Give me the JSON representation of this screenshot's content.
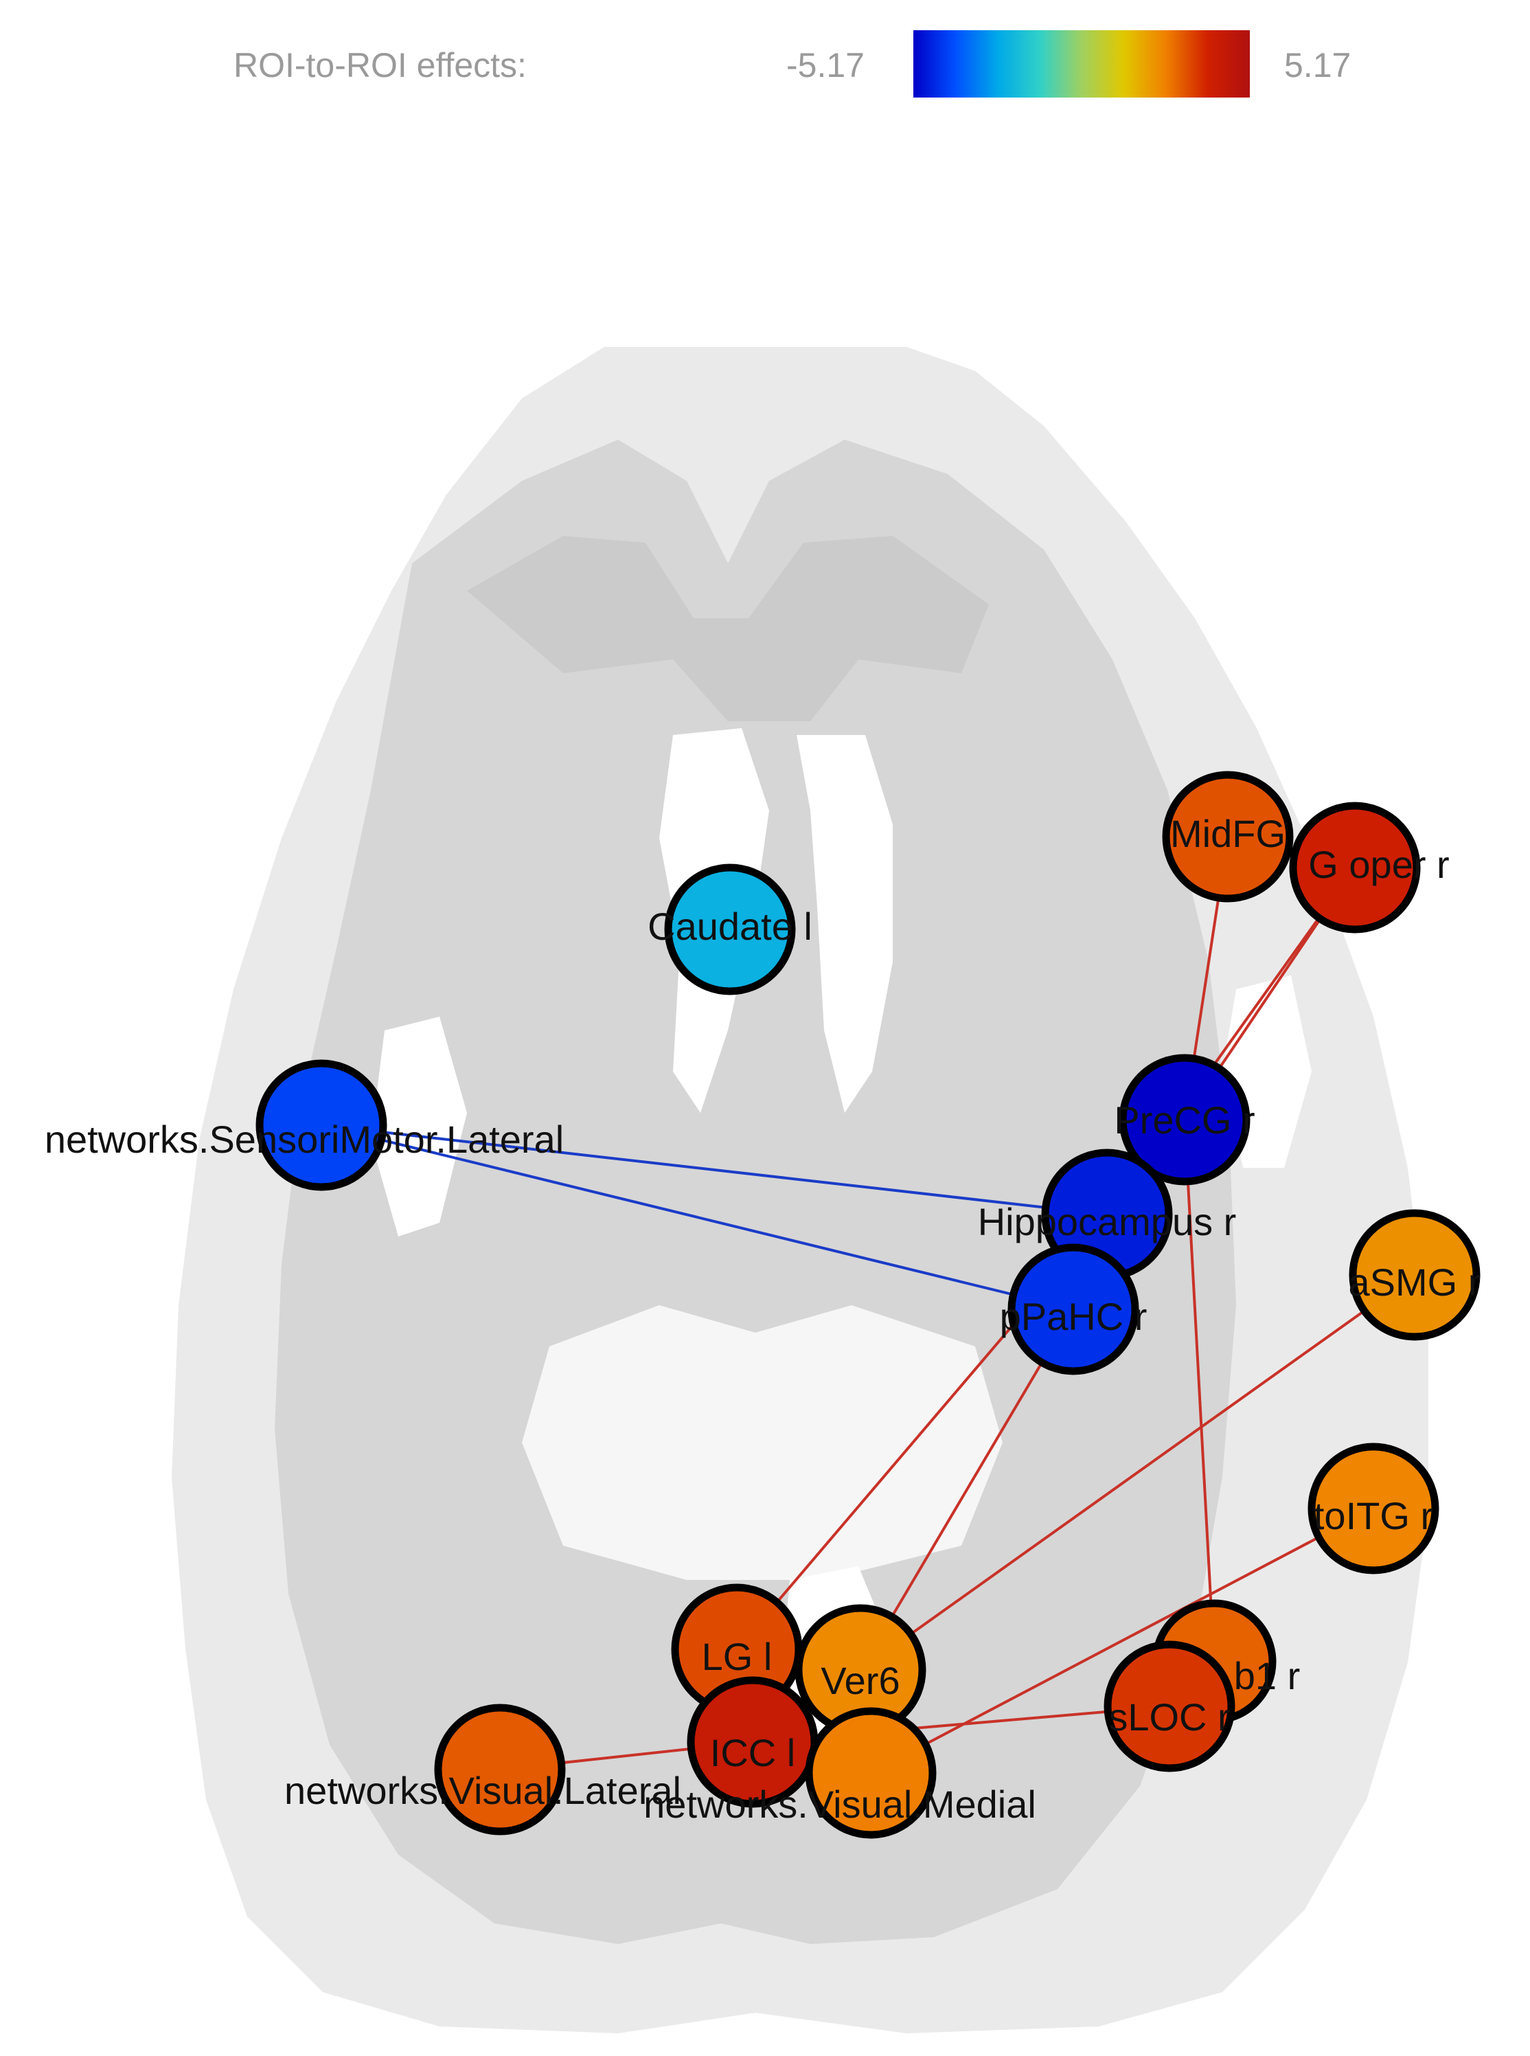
{
  "header": {
    "legend_title": "ROI-to-ROI effects:",
    "min_label": "-5.17",
    "max_label": "5.17"
  },
  "colorbar": {
    "min": -5.17,
    "max": 5.17,
    "stops": [
      "#0000c8",
      "#0050ff",
      "#00a8e8",
      "#30d0c8",
      "#a0d060",
      "#e0c800",
      "#f08000",
      "#d02000",
      "#b01010"
    ]
  },
  "colors": {
    "positive_edge": "#c83228",
    "negative_edge": "#1a3cc8"
  },
  "nodes": [
    {
      "id": "midfg",
      "label": "MidFG",
      "value": 3.2
    },
    {
      "id": "ifg_oper_r",
      "label": "G oper r",
      "value": 4.0
    },
    {
      "id": "caudate_l",
      "label": "Caudate l",
      "value": -2.3
    },
    {
      "id": "sensorimotor_lateral",
      "label": "networks.SensoriMotor.Lateral",
      "value": -4.1
    },
    {
      "id": "precg_r",
      "label": "PreCG r",
      "value": -5.17
    },
    {
      "id": "hippocampus_r",
      "label": "Hippocampus r",
      "value": -4.7
    },
    {
      "id": "ppahc_r",
      "label": "pPaHC r",
      "value": -4.4
    },
    {
      "id": "asmg_r",
      "label": "aSMG r",
      "value": 2.3
    },
    {
      "id": "toitg_r",
      "label": "toITG r",
      "value": 2.5
    },
    {
      "id": "lg_l",
      "label": "LG l",
      "value": 3.3
    },
    {
      "id": "ver6",
      "label": "Ver6",
      "value": 2.4
    },
    {
      "id": "crus1_r",
      "label": "b1 r",
      "value": 3.0
    },
    {
      "id": "sloc_r",
      "label": "sLOC r",
      "value": 3.6
    },
    {
      "id": "icc_l",
      "label": "ICC l",
      "value": 4.3
    },
    {
      "id": "visual_lateral",
      "label": "networks.Visual.Lateral",
      "value": 3.1
    },
    {
      "id": "visual_medial",
      "label": "networks.Visual.Medial",
      "value": 2.6
    }
  ],
  "edges": [
    {
      "from": "sensorimotor_lateral",
      "to": "hippocampus_r",
      "sign": "negative"
    },
    {
      "from": "sensorimotor_lateral",
      "to": "ppahc_r",
      "sign": "negative"
    },
    {
      "from": "midfg",
      "to": "precg_r",
      "sign": "positive"
    },
    {
      "from": "ifg_oper_r",
      "to": "precg_r",
      "sign": "positive"
    },
    {
      "from": "ifg_oper_r",
      "to": "hippocampus_r",
      "sign": "positive"
    },
    {
      "from": "precg_r",
      "to": "crus1_r",
      "sign": "positive"
    },
    {
      "from": "hippocampus_r",
      "to": "lg_l",
      "sign": "positive"
    },
    {
      "from": "ppahc_r",
      "to": "ver6",
      "sign": "positive"
    },
    {
      "from": "asmg_r",
      "to": "ver6",
      "sign": "positive"
    },
    {
      "from": "toitg_r",
      "to": "visual_medial",
      "sign": "positive"
    },
    {
      "from": "sloc_r",
      "to": "icc_l",
      "sign": "positive"
    },
    {
      "from": "visual_lateral",
      "to": "icc_l",
      "sign": "positive"
    }
  ]
}
